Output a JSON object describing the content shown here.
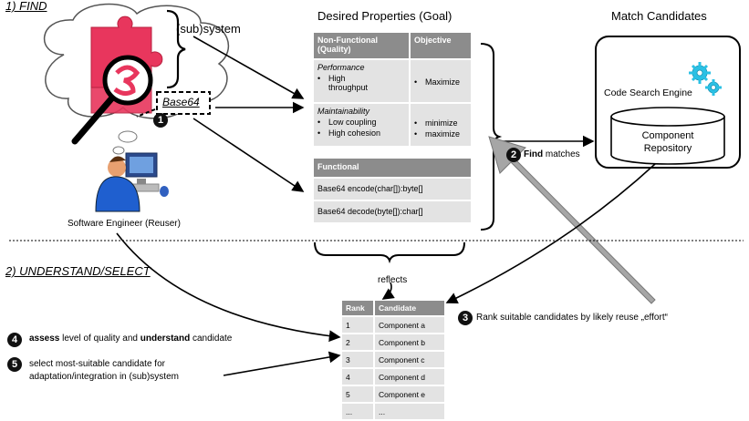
{
  "sections": {
    "find": "1) FIND",
    "understand": "2) UNDERSTAND/SELECT"
  },
  "headings": {
    "desired": "Desired Properties (Goal)",
    "match": "Match Candidates"
  },
  "subsystem_label": "(sub)system",
  "base64_label": "Base64",
  "engineer_label": "Software Engineer (Reuser)",
  "props_table": {
    "col1": "Non-Functional (Quality)",
    "col2": "Objective",
    "perf_title": "Performance",
    "perf_item": "High throughput",
    "perf_obj": "Maximize",
    "maint_title": "Maintainability",
    "maint_item1": "Low coupling",
    "maint_item2": "High cohesion",
    "maint_obj1": "minimize",
    "maint_obj2": "maximize"
  },
  "functional_table": {
    "header": "Functional",
    "row1": "Base64 encode(char[]):byte[]",
    "row2": "Base64 decode(byte[]):char[]"
  },
  "engine": {
    "name": "Code Search Engine",
    "repo_line1": "Component",
    "repo_line2": "Repository"
  },
  "steps": {
    "s1": "1",
    "s2": "2",
    "s2_bold": "Find",
    "s2_rest": " matches",
    "s3": "3",
    "s3_text": "Rank suitable candidates by likely reuse „effort“",
    "s4": "4",
    "s4_b1": "assess",
    "s4_t1": " level of quality and ",
    "s4_b2": "understand",
    "s4_t2": " candidate",
    "s5": "5",
    "s5_line1": "select most-suitable candidate for",
    "s5_line2": "adaptation/integration in (sub)system"
  },
  "reflects": "reflects",
  "rank_table": {
    "col1": "Rank",
    "col2": "Candidate",
    "rows": [
      {
        "rank": "1",
        "cand": "Component a"
      },
      {
        "rank": "2",
        "cand": "Component b"
      },
      {
        "rank": "3",
        "cand": "Component c"
      },
      {
        "rank": "4",
        "cand": "Component d"
      },
      {
        "rank": "5",
        "cand": "Component e"
      },
      {
        "rank": "...",
        "cand": "..."
      }
    ]
  },
  "colors": {
    "puzzle": "#e8365d",
    "header_gray": "#8c8c8c",
    "cell_gray": "#e3e3e3",
    "big_arrow": "#a6a6a6",
    "gear": "#2bc0e4"
  },
  "icons": [
    "cloud-icon",
    "puzzle-icon",
    "magnifier-icon",
    "thought-bubble-icon",
    "engineer-icon",
    "gear-icon",
    "database-icon"
  ]
}
